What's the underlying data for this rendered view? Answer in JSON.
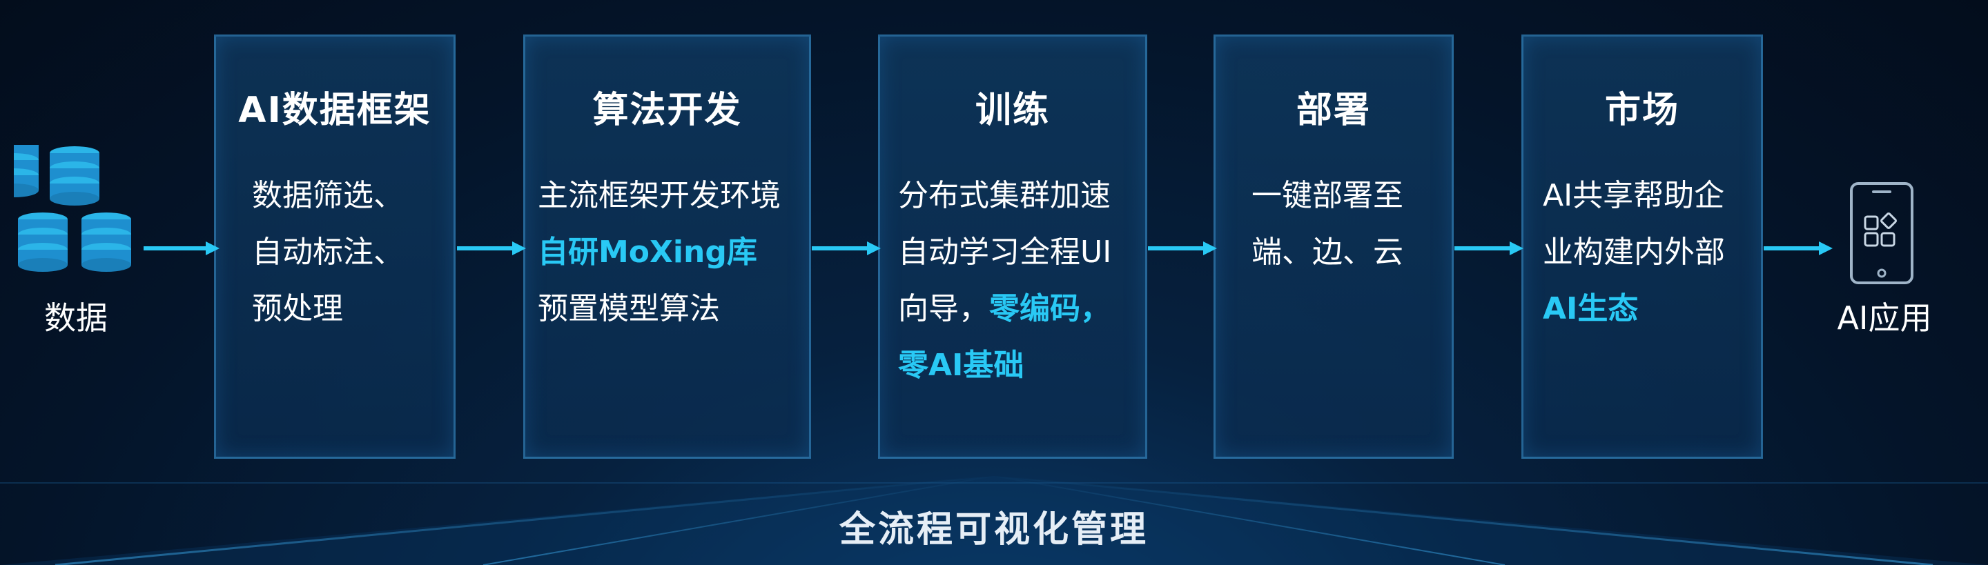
{
  "colors": {
    "accent": "#29c9f5",
    "card_border": "#3c96d2",
    "background": "#041429"
  },
  "input": {
    "label": "数据",
    "icon": "database-stack-icon"
  },
  "output": {
    "label": "AI应用",
    "icon": "phone-app-icon"
  },
  "stages": [
    {
      "title": "AI数据框架",
      "lines": [
        {
          "text": "数据筛选、",
          "highlight": false
        },
        {
          "text": "自动标注、",
          "highlight": false
        },
        {
          "text": "预处理",
          "highlight": false
        }
      ]
    },
    {
      "title": "算法开发",
      "lines": [
        {
          "text": "主流框架开发环境",
          "highlight": false
        },
        {
          "text": "自研MoXing库",
          "highlight": true
        },
        {
          "text": "预置模型算法",
          "highlight": false
        }
      ]
    },
    {
      "title": "训练",
      "lines": [
        {
          "text": "分布式集群加速",
          "highlight": false
        },
        {
          "text": "自动学习全程UI",
          "highlight": false
        },
        {
          "text": "向导，",
          "highlight": false,
          "tail": "零编码，"
        },
        {
          "text": "零AI基础",
          "highlight": true
        }
      ]
    },
    {
      "title": "部署",
      "lines": [
        {
          "text": "一键部署至",
          "highlight": false
        },
        {
          "text": "端、边、云",
          "highlight": false
        }
      ]
    },
    {
      "title": "市场",
      "lines": [
        {
          "text": "AI共享帮助企",
          "highlight": false
        },
        {
          "text": "业构建内外部",
          "highlight": false
        },
        {
          "text": "AI生态",
          "highlight": true
        }
      ]
    }
  ],
  "footer": "全流程可视化管理"
}
